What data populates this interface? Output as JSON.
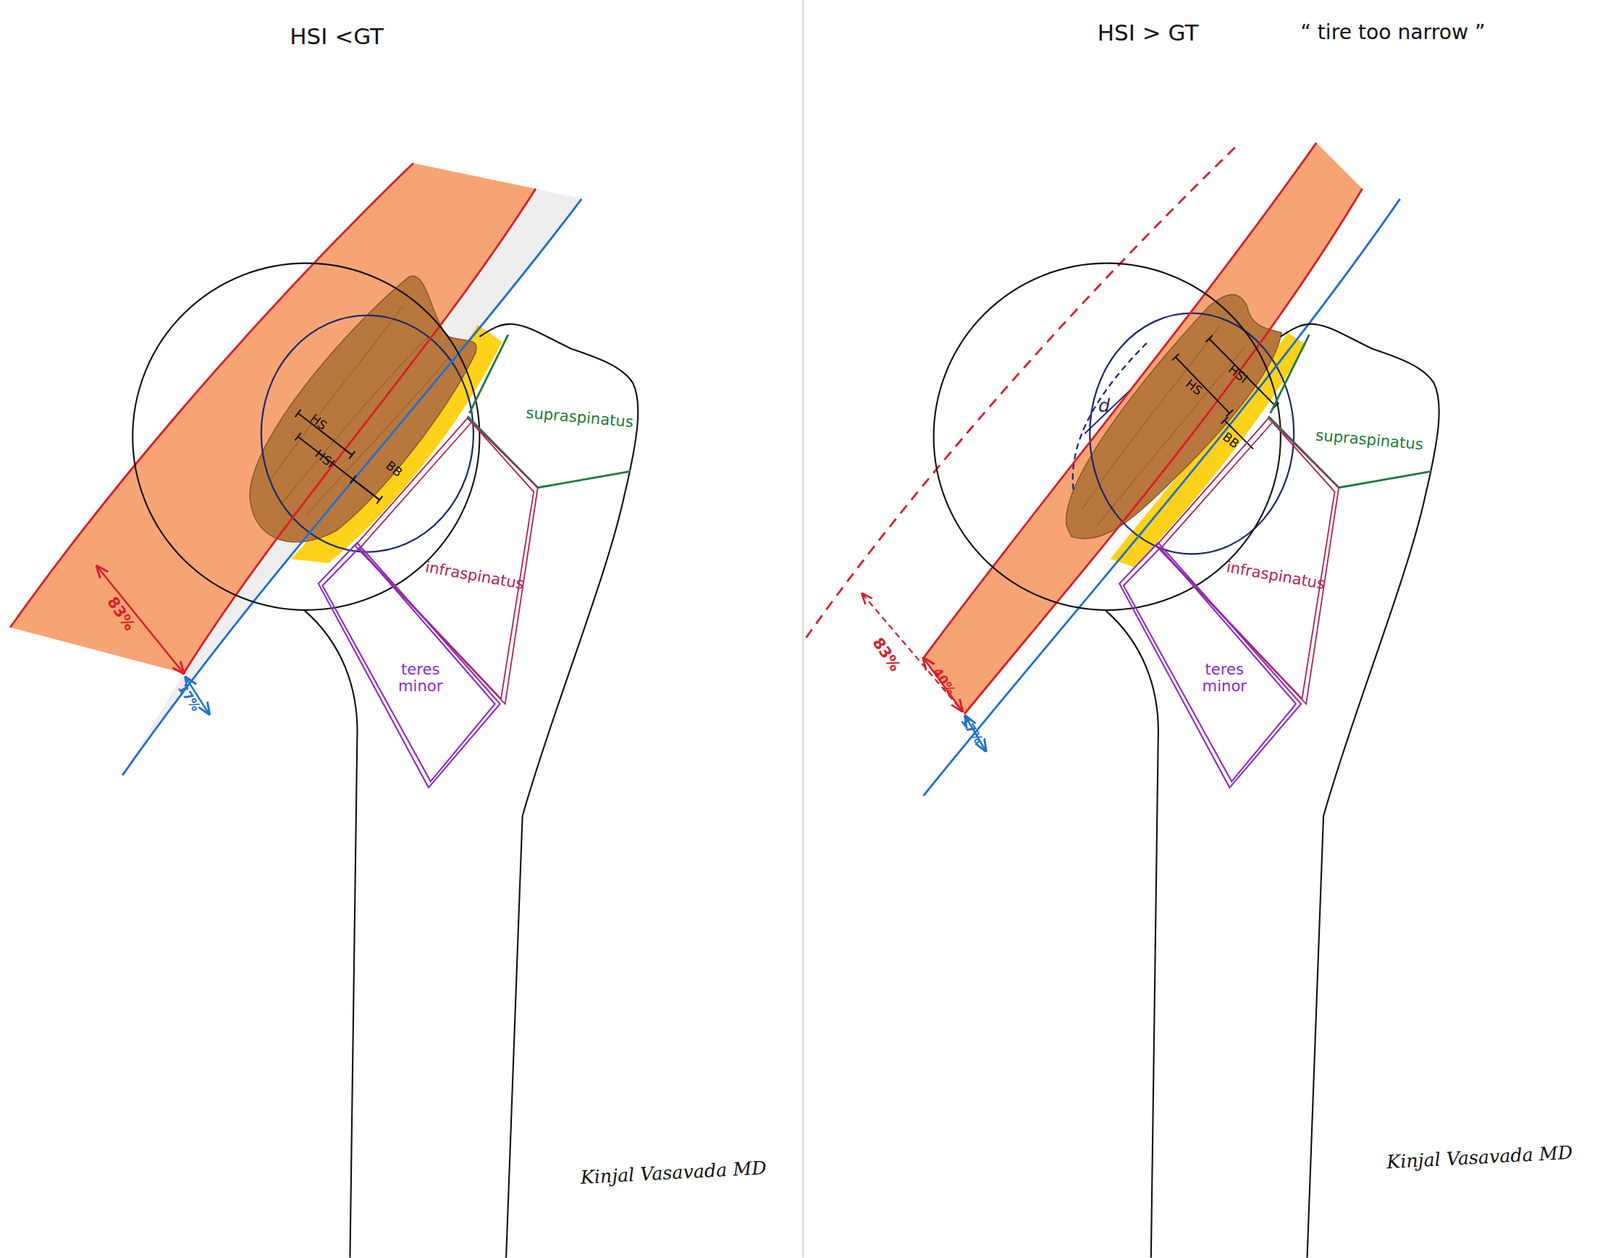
{
  "diagram": {
    "labels": [
      "HSI <GT",
      "HSI > GT",
      "“ tire too narrow ”",
      "HS",
      "HSI",
      "BB",
      "supraspinatus",
      "infraspinatus",
      "teres minor",
      "83%",
      "17%",
      "Kinjal Vasavada MD",
      "d",
      "HSI",
      "HS",
      "BB",
      "supraspinatus",
      "infraspinatus",
      "teres minor",
      "83%",
      "40%",
      "17%",
      "Kinjal Vasavada MD"
    ]
  }
}
